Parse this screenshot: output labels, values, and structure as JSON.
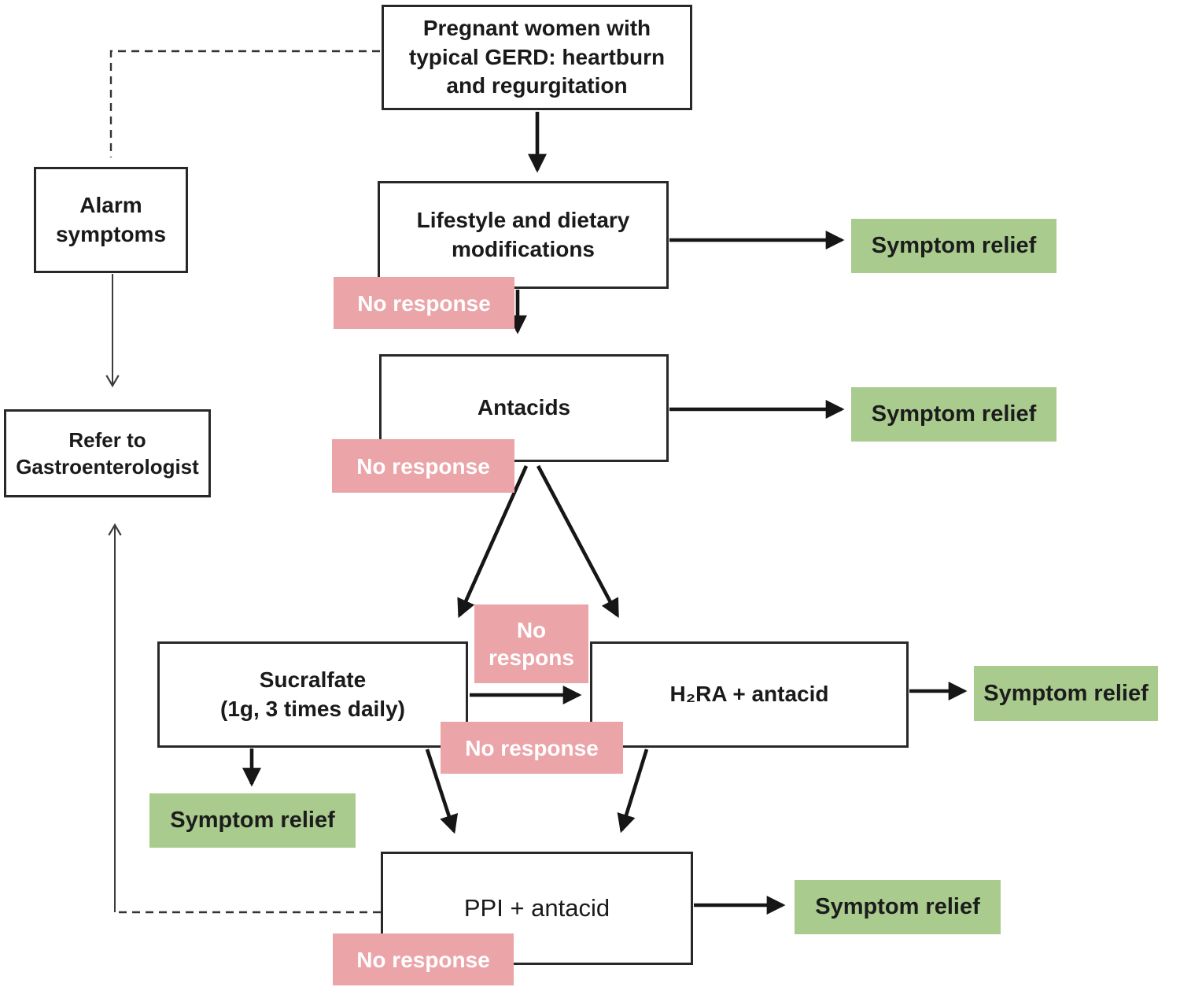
{
  "colors": {
    "pink": "#eba4a8",
    "green": "#a9cb8e",
    "border": "#282828",
    "arrow": "#161616"
  },
  "nodes": {
    "start": {
      "label": "Pregnant women with\ntypical GERD: heartburn\nand regurgitation"
    },
    "alarm": {
      "label": "Alarm\nsymptoms"
    },
    "refer": {
      "label": "Refer to\nGastroenterologist"
    },
    "lifestyle": {
      "label": "Lifestyle and dietary\nmodifications"
    },
    "antacids": {
      "label": "Antacids"
    },
    "sucralfate": {
      "label": "Sucralfate\n(1g, 3 times daily)"
    },
    "h2ra": {
      "label": "H₂RA + antacid"
    },
    "ppi": {
      "label": "PPI + antacid"
    }
  },
  "labels": {
    "no_response": "No response",
    "no_respons_truncated": "No\nrespons",
    "symptom_relief": "Symptom relief"
  }
}
